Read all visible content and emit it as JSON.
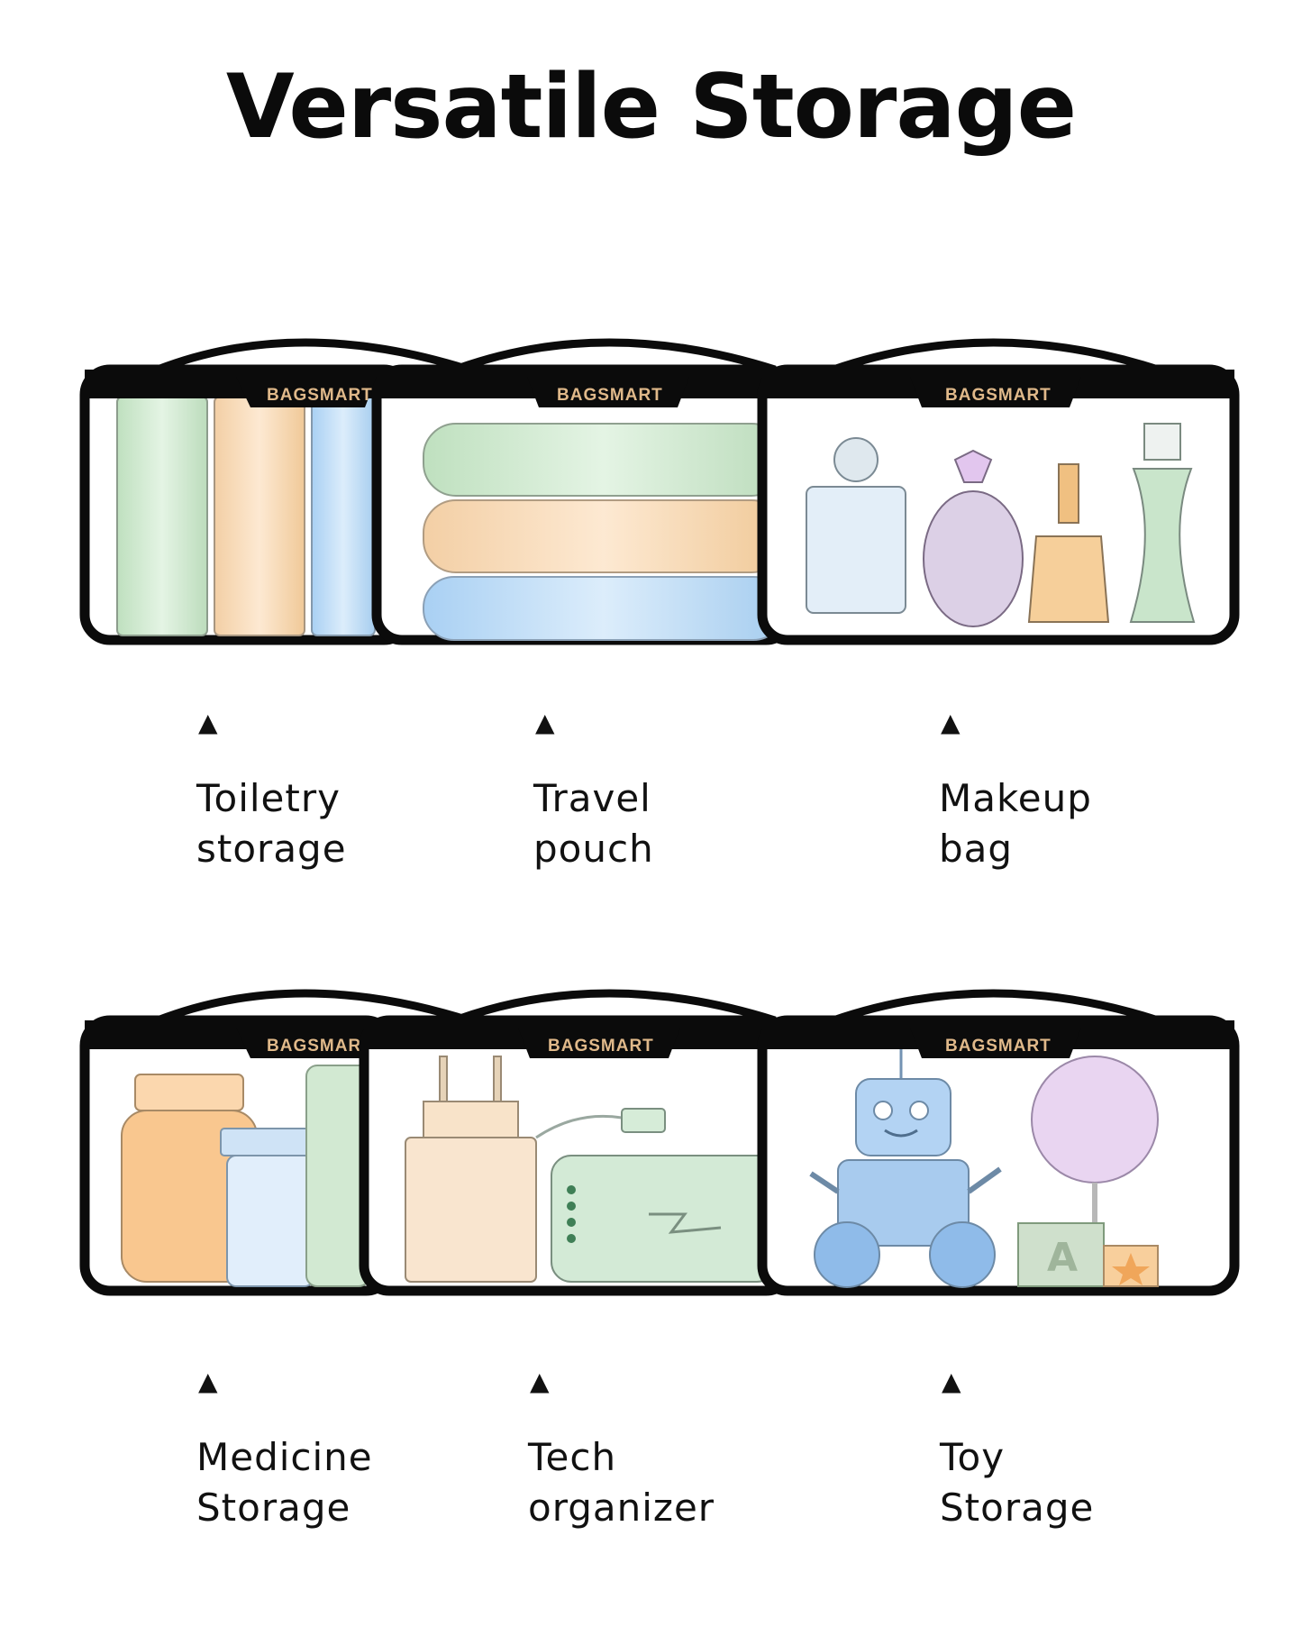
{
  "title": "Versatile Storage",
  "brand": "BAGSMART",
  "top_row": [
    {
      "line1": "Toiletry",
      "line2": "storage",
      "marker": "▲"
    },
    {
      "line1": "Travel",
      "line2": "pouch",
      "marker": "▲"
    },
    {
      "line1": "Makeup",
      "line2": "bag",
      "marker": "▲"
    }
  ],
  "bottom_row": [
    {
      "line1": "Medicine",
      "line2": "Storage",
      "marker": "▲"
    },
    {
      "line1": "Tech",
      "line2": "organizer",
      "marker": "▲"
    },
    {
      "line1": "Toy",
      "line2": "Storage",
      "marker": "▲"
    }
  ],
  "colors": {
    "mint": "#cfe8cf",
    "peach": "#f8d7b0",
    "sky": "#bcdcf6",
    "lavender": "#d8c6e6",
    "gold": "#e0b98a",
    "ink": "#0b0b0b"
  }
}
